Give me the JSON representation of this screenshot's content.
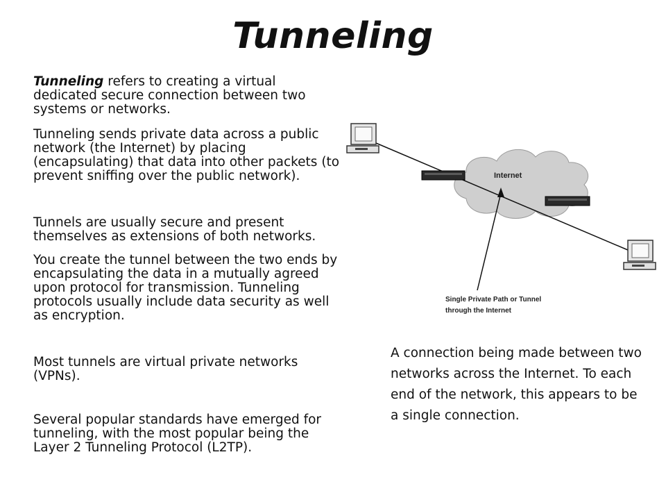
{
  "title": "Tunneling",
  "paragraphs": {
    "p1_emph": "Tunneling",
    "p1_rest": " refers to creating a virtual dedicated secure connection between two systems or networks.",
    "p2": "Tunneling sends private data across a public network (the Internet) by placing (encapsulating) that data into other packets (to prevent sniffing over the public network).",
    "p3": "Tunnels are usually secure and present themselves as extensions of both networks.",
    "p4": "You create the tunnel between the two ends by encapsulating the data in a mutually agreed upon protocol for transmission. Tunneling protocols usually include data security as well as encryption.",
    "p5": "Most tunnels are virtual private networks (VPNs).",
    "p6": "Several popular standards have emerged for tunneling, with the most popular being the Layer 2 Tunneling Protocol (L2TP)."
  },
  "diagram": {
    "cloud_label": "Internet",
    "tunnel_label_line1": "Single Private Path or Tunnel",
    "tunnel_label_line2": "through the Internet",
    "colors": {
      "cloud": "#c9c9c9",
      "device": "#2a2a2a",
      "line": "#111111"
    }
  },
  "caption": "A connection being made between two networks across the Internet. To each end of the network, this appears to be a single connection."
}
